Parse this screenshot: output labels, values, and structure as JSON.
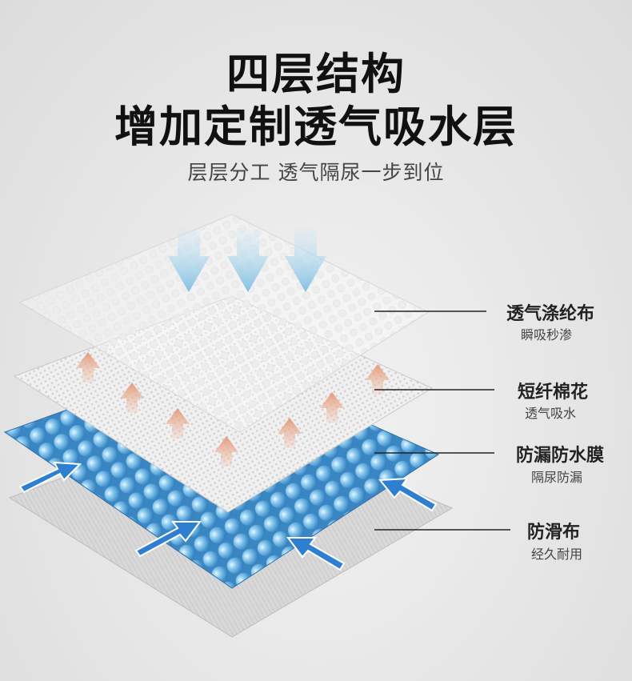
{
  "heading": {
    "line1": "四层结构",
    "line2": "增加定制透气吸水层",
    "subtitle": "层层分工 透气隔尿一步到位"
  },
  "layers": [
    {
      "name": "透气涤纶布",
      "desc": "瞬吸秒渗"
    },
    {
      "name": "短纤棉花",
      "desc": "透气吸水"
    },
    {
      "name": "防漏防水膜",
      "desc": "隔尿防漏"
    },
    {
      "name": "防滑布",
      "desc": "经久耐用"
    }
  ],
  "colors": {
    "down_arrow": "#8fc8e6",
    "up_arrow": "#e8a98c",
    "spread_arrow": "#2f7fd0",
    "bead": "#6fb4e6"
  }
}
